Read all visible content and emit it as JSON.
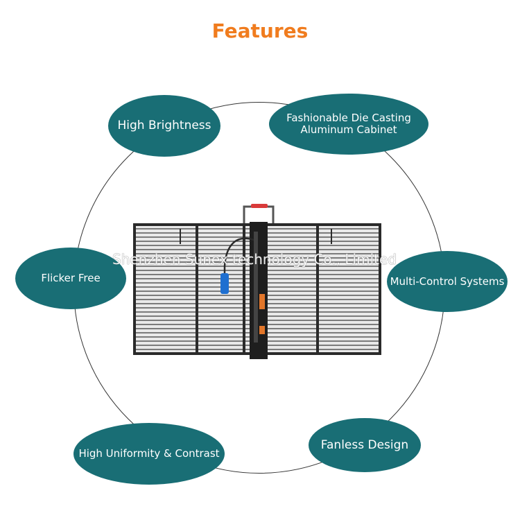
{
  "colors": {
    "accent": "#f07c1e",
    "pill": "#196e75",
    "pill_text": "#ffffff",
    "ring": "#333333",
    "frame": "#2a2a2a",
    "handle": "#d93a3a",
    "cable": "#1f6fd0",
    "connector": "#e2762a"
  },
  "page": {
    "title": "Features"
  },
  "features": [
    {
      "lines": [
        "High Brightness"
      ]
    },
    {
      "lines": [
        "Fashionable Die Casting",
        "Aluminum Cabinet"
      ]
    },
    {
      "lines": [
        "Flicker Free"
      ]
    },
    {
      "lines": [
        "Multi-Control Systems"
      ]
    },
    {
      "lines": [
        "High Uniformity & Contrast"
      ]
    },
    {
      "lines": [
        "Fanless Design"
      ]
    }
  ],
  "watermark": {
    "text": "Shenzhen Sunex technology Co., Limited"
  }
}
